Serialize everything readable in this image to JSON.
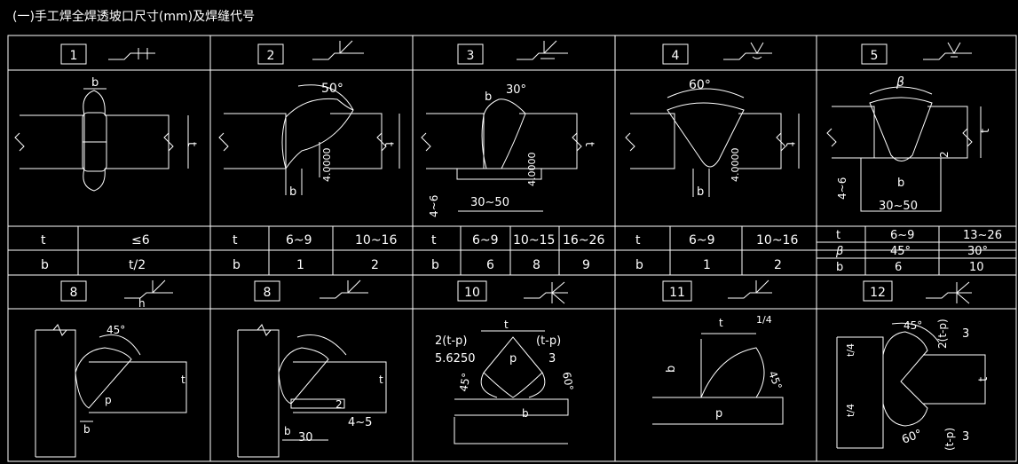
{
  "title": "(一)手工焊全焊透坡口尺寸(mm)及焊缝代号",
  "top_cells": [
    {
      "id": "1"
    },
    {
      "id": "2"
    },
    {
      "id": "3"
    },
    {
      "id": "4"
    },
    {
      "id": "5"
    }
  ],
  "bottom_cells": [
    {
      "id": "8"
    },
    {
      "id": "8"
    },
    {
      "id": "10"
    },
    {
      "id": "11"
    },
    {
      "id": "12"
    }
  ],
  "tables": {
    "c1": {
      "r1": [
        "t",
        "≤6"
      ],
      "r2": [
        "b",
        "t/2"
      ]
    },
    "c2": {
      "r1": [
        "t",
        "6~9",
        "10~16"
      ],
      "r2": [
        "b",
        "1",
        "2"
      ]
    },
    "c3": {
      "r1": [
        "t",
        "6~9",
        "10~15",
        "16~26"
      ],
      "r2": [
        "b",
        "6",
        "8",
        "9"
      ]
    },
    "c4": {
      "r1": [
        "t",
        "6~9",
        "10~16"
      ],
      "r2": [
        "b",
        "1",
        "2"
      ]
    },
    "c5": {
      "r1": [
        "t",
        "6~9",
        "13~26"
      ],
      "r2": [
        "β",
        "45°",
        "30°"
      ],
      "r3": [
        "b",
        "6",
        "10"
      ]
    }
  },
  "labels": {
    "b": "b",
    "t": "t",
    "p": "p",
    "h": "h",
    "angle50": "50°",
    "angle30": "30°",
    "angle60": "60°",
    "angle45": "45°",
    "beta": "β",
    "dim4": "4.0000",
    "dim46": "4~6",
    "dim3050": "30~50",
    "dim2": "2",
    "dim30": "30",
    "dim45range": "4~5",
    "tp2": "2(t-p)",
    "tp": "(t-p)",
    "dim56": "5.6250",
    "dim3": "3",
    "dim14": "1/4",
    "t4": "t/4",
    "deg60": "60°"
  }
}
